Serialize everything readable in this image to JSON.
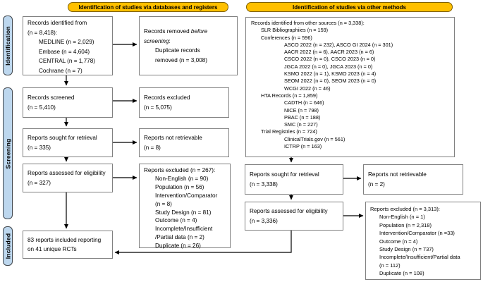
{
  "banners": {
    "databases_registers": "Identification of studies via databases and registers",
    "other_methods": "Identification of studies via other methods"
  },
  "sidebar": {
    "identification": "Identification",
    "screening": "Screening",
    "included": "Included"
  },
  "colors": {
    "banner_bg": "#FFC000",
    "banner_border": "#7F6000",
    "sidebar_bg": "#BDD7EE",
    "sidebar_border": "#40464C",
    "box_border": "#808080",
    "line": "#000000"
  },
  "databases_path": {
    "records_identified": {
      "lines": [
        {
          "t": "Records identified from",
          "i": 0
        },
        {
          "t": "(n = 8,418):",
          "i": 0
        },
        {
          "t": "MEDLINE (n = 2,029)",
          "i": 1
        },
        {
          "t": "Embase (n = 4,604)",
          "i": 1
        },
        {
          "t": "CENTRAL (n = 1,778)",
          "i": 1
        },
        {
          "t": "Cochrane (n = 7)",
          "i": 1
        }
      ]
    },
    "records_removed": {
      "pre": "Records removed ",
      "italic_1": "before",
      "italic_2": "screening",
      "post": ":",
      "lines": [
        {
          "t": "Duplicate records",
          "i": 1
        },
        {
          "t": "removed (n = 3,008)",
          "i": 1
        }
      ]
    },
    "records_screened": {
      "lines": [
        {
          "t": "Records screened",
          "i": 0
        },
        {
          "t": "(n = 5,410)",
          "i": 0
        }
      ]
    },
    "records_excluded": {
      "lines": [
        {
          "t": "Records excluded",
          "i": 0
        },
        {
          "t": "(n = 5,075)",
          "i": 0
        }
      ]
    },
    "reports_sought": {
      "lines": [
        {
          "t": "Reports sought for retrieval",
          "i": 0
        },
        {
          "t": "(n = 335)",
          "i": 0
        }
      ]
    },
    "reports_not_retrievable": {
      "lines": [
        {
          "t": "Reports not retrievable",
          "i": 0
        },
        {
          "t": "(n = 8)",
          "i": 0
        }
      ]
    },
    "reports_assessed": {
      "lines": [
        {
          "t": "Reports assessed for eligibility",
          "i": 0
        },
        {
          "t": "(n = 327)",
          "i": 0
        }
      ]
    },
    "reports_excluded": {
      "lines": [
        {
          "t": "Reports excluded (n = 267):",
          "i": 0
        },
        {
          "t": "Non-English (n = 90)",
          "i": 1
        },
        {
          "t": "Population (n = 56)",
          "i": 1
        },
        {
          "t": "Intervention/Comparator",
          "i": 1
        },
        {
          "t": "(n = 8)",
          "i": 1
        },
        {
          "t": "Study Design (n = 81)",
          "i": 1
        },
        {
          "t": "Outcome (n = 4)",
          "i": 1
        },
        {
          "t": "Incomplete/Insufficient",
          "i": 1
        },
        {
          "t": "/Partial data (n = 2)",
          "i": 1
        },
        {
          "t": "Duplicate (n = 26)",
          "i": 1
        }
      ]
    }
  },
  "other_path": {
    "records_identified": {
      "lines": [
        {
          "t": "Records identified from other sources (n = 3,338):",
          "i": 0
        },
        {
          "t": "SLR Bibliographiies (n = 159)",
          "i": 1
        },
        {
          "t": "Conferences (n = 596)",
          "i": 1
        },
        {
          "t": "ASCO 2022 (n = 232), ASCO GI 2024 (n = 301)",
          "i": 2
        },
        {
          "t": "AACR 2022 (n = 6), AACR 2023 (n = 6)",
          "i": 2
        },
        {
          "t": "CSCO 2022 (n = 0), CSCO 2023 (n = 0)",
          "i": 2
        },
        {
          "t": "JGCA 2022 (n = 0), JGCA 2023 (n = 0)",
          "i": 2
        },
        {
          "t": "KSMO 2022 (n = 1), KSMO 2023 (n = 4)",
          "i": 2
        },
        {
          "t": "SEOM 2022 (n = 0), SEOM 2023 (n = 0)",
          "i": 2
        },
        {
          "t": "WCGI 2022 (n = 46)",
          "i": 2
        },
        {
          "t": "HTA Records (n = 1,859)",
          "i": 1
        },
        {
          "t": "CADTH (n = 646)",
          "i": 2
        },
        {
          "t": "NICE (n = 798)",
          "i": 2
        },
        {
          "t": "PBAC (n = 188)",
          "i": 2
        },
        {
          "t": "SMC (n = 227)",
          "i": 2
        },
        {
          "t": "Trial Registries (n = 724)",
          "i": 1
        },
        {
          "t": "ClinicalTrials.gov (n = 561)",
          "i": 2
        },
        {
          "t": "ICTRP (n = 163)",
          "i": 2
        }
      ]
    },
    "reports_sought": {
      "lines": [
        {
          "t": "Reports sought for retrieval",
          "i": 0
        },
        {
          "t": "(n = 3,338)",
          "i": 0
        }
      ]
    },
    "reports_not_retrievable": {
      "lines": [
        {
          "t": "Reports not retrievable",
          "i": 0
        },
        {
          "t": "(n = 2)",
          "i": 0
        }
      ]
    },
    "reports_assessed": {
      "lines": [
        {
          "t": "Reports assessed for eligibility",
          "i": 0
        },
        {
          "t": "(n = 3,336)",
          "i": 0
        }
      ]
    },
    "reports_excluded": {
      "lines": [
        {
          "t": "Reports excluded (n = 3,313):",
          "i": 0
        },
        {
          "t": "Non-English (n = 1)",
          "i": 1
        },
        {
          "t": "Population (n = 2,318)",
          "i": 1
        },
        {
          "t": "Intervention/Comparator (n =33)",
          "i": 1
        },
        {
          "t": "Outcome (n = 4)",
          "i": 1
        },
        {
          "t": "Study Design (n = 737)",
          "i": 1
        },
        {
          "t": "Incomplete/Insufficient/Partial data",
          "i": 1
        },
        {
          "t": "(n = 112)",
          "i": 1
        },
        {
          "t": "Duplicate (n = 108)",
          "i": 1
        }
      ]
    }
  },
  "included_path": {
    "reports_included": {
      "lines": [
        {
          "t": "83 reports included reporting",
          "i": 0
        },
        {
          "t": "on 41 unique RCTs",
          "i": 0
        }
      ]
    }
  }
}
